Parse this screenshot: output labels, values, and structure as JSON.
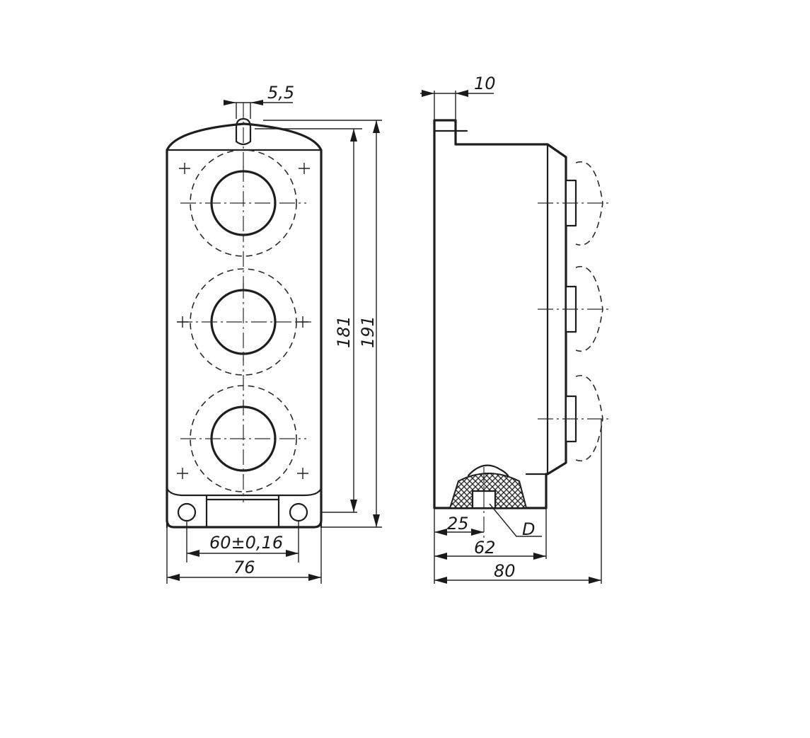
{
  "dimensions": {
    "slot_width": "5,5",
    "inner_height": "181",
    "overall_height": "191",
    "hole_spacing": "60±0,16",
    "overall_width": "76",
    "flange_thickness": "10",
    "gland_offset": "25",
    "gland_label": "D",
    "body_depth": "62",
    "overall_depth": "80"
  }
}
